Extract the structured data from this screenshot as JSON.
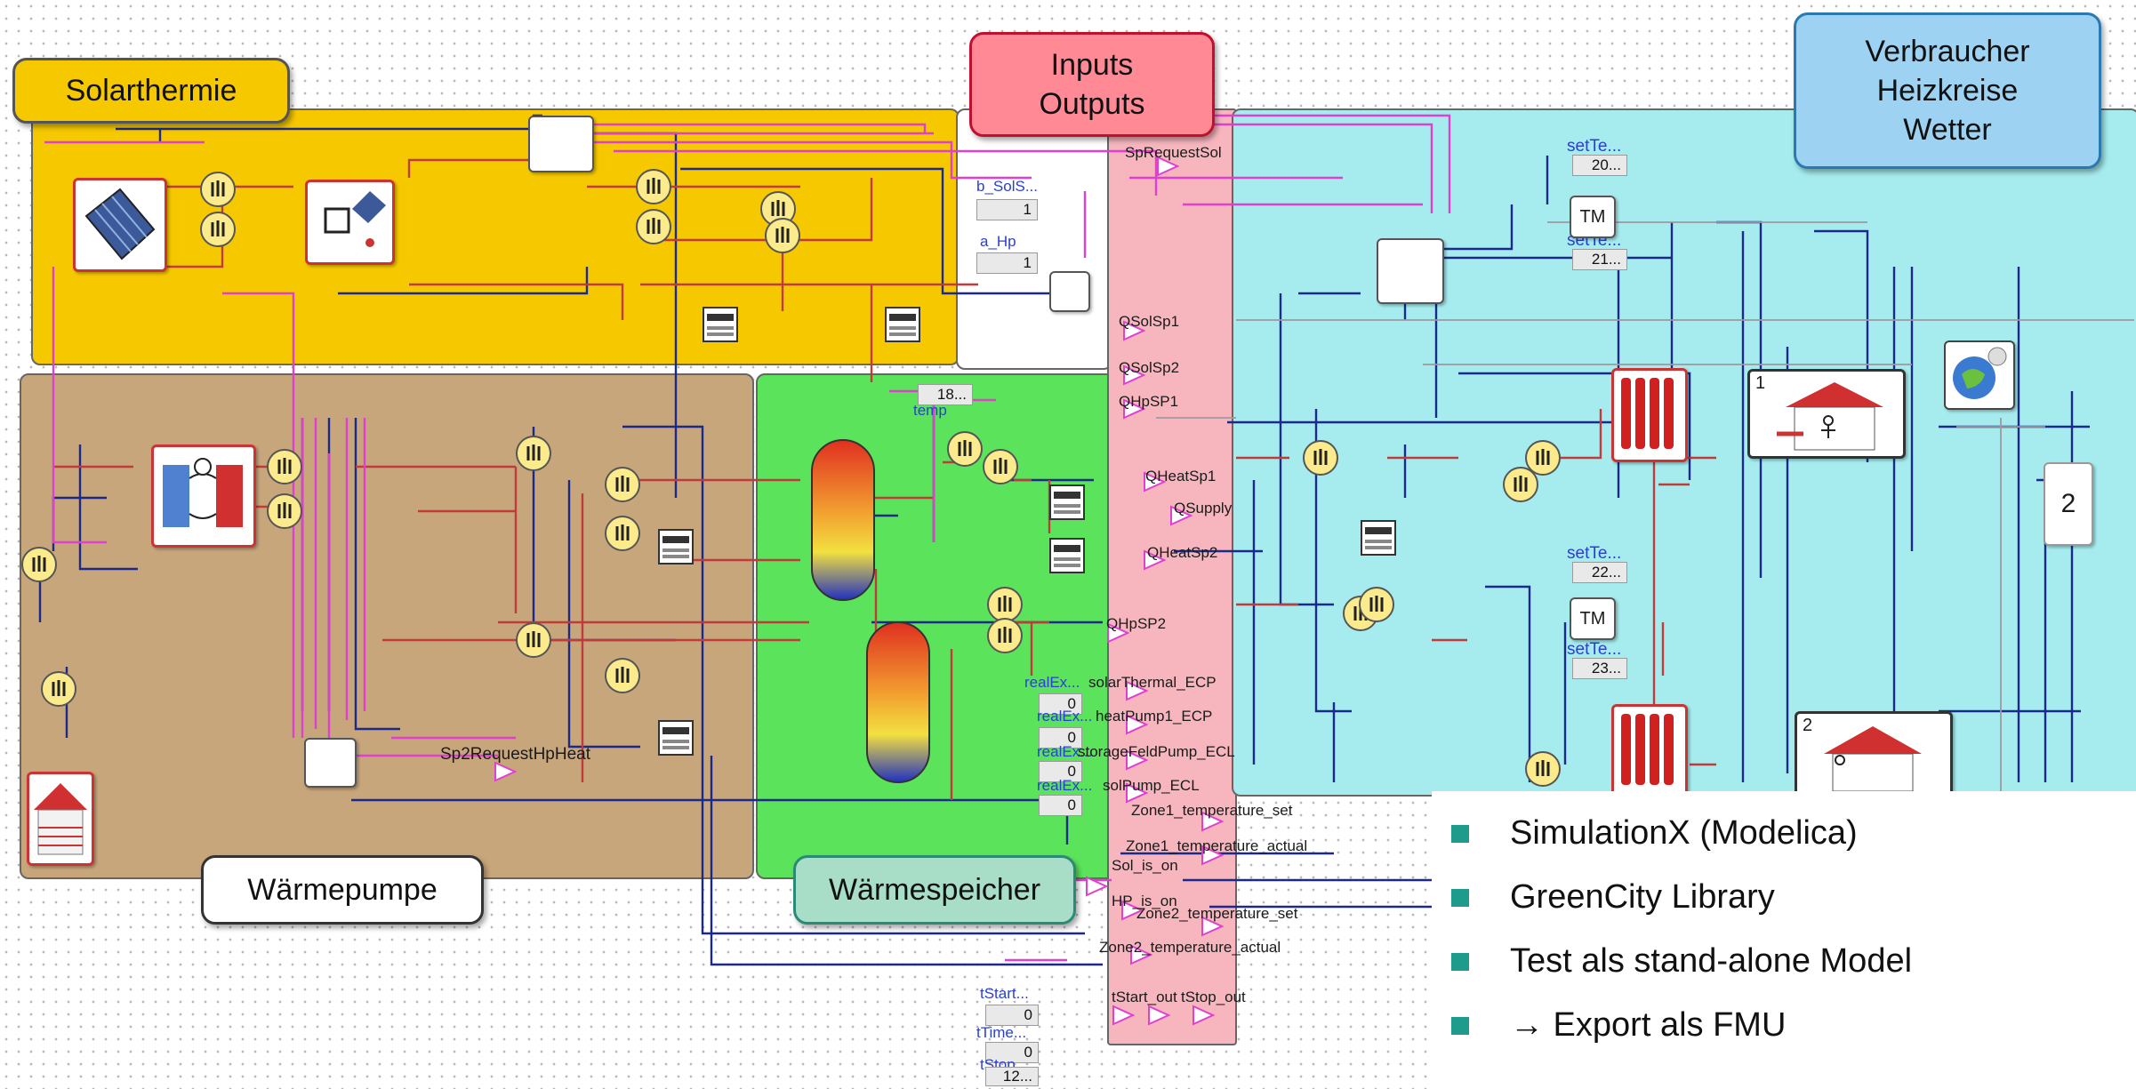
{
  "regions": {
    "solar": {
      "color": "#f5c800"
    },
    "heatpump": {
      "color": "#c8a67c"
    },
    "storage": {
      "color": "#5ce35c"
    },
    "io": {
      "color": "#f7b6be"
    },
    "consumer": {
      "color": "#a6ecee"
    }
  },
  "labels": {
    "solarthermie": "Solarthermie",
    "inputs_outputs": "Inputs\nOutputs",
    "verbraucher": "Verbraucher\nHeizkreise\nWetter",
    "waermepumpe": "Wärmepumpe",
    "waermespeicher": "Wärmespeicher"
  },
  "io_signals": {
    "b_sol": "b_SolS...",
    "b_sol_val": "1",
    "a_hp": "a_Hp",
    "a_hp_val": "1",
    "sp_request_sol": "SpRequestSol",
    "qsolsp1": "QSolSp1",
    "qsolsp2": "QSolSp2",
    "qhpsp1": "QHpSP1",
    "qheatsp1": "QHeatSp1",
    "qsupply": "QSupply",
    "qheatsp2": "QHeatSp2",
    "qhpsp2": "QHpSP2",
    "solar_ecp": "solarThermal_ECP",
    "heatpump_ecp": "heatPump1_ECP",
    "storage_ecl": "storageFeldPump_ECL",
    "solpump_ecl": "solPump_ECL",
    "real_ex": "realEx...",
    "real_ex_val": "0",
    "zone1_set": "Zone1_temperature_set",
    "zone1_actual": "Zone1_temperature_actual",
    "sol_is_on": "Sol_is_on",
    "hp_is_on": "HP_is_on",
    "zone2_set": "Zone2_temperature_set",
    "zone2_actual": "Zone2_temperature_actual",
    "tstart_out": "tStart_out",
    "tstop_out": "tStop_out",
    "tstart": "tStart...",
    "tstart_val": "0",
    "ttime": "tTime...",
    "ttime_val": "0",
    "tstop": "tStop...",
    "tstop_val": "12...",
    "sp2_request": "Sp2RequestHpHeat",
    "temp": "temp",
    "temp_val": "18...",
    "set_te": "setTe...",
    "set_te_val1": "20...",
    "set_te_val2": "21...",
    "set_te_val3": "22...",
    "set_te_val4": "23...",
    "tm": "TM",
    "zone_num1": "1",
    "zone_num2": "2",
    "output_num": "2"
  },
  "legend": {
    "items": [
      "SimulationX (Modelica)",
      "GreenCity Library",
      "Test als stand-alone Model",
      "→ Export als FMU"
    ],
    "bullet_color": "#1e9b8a"
  }
}
